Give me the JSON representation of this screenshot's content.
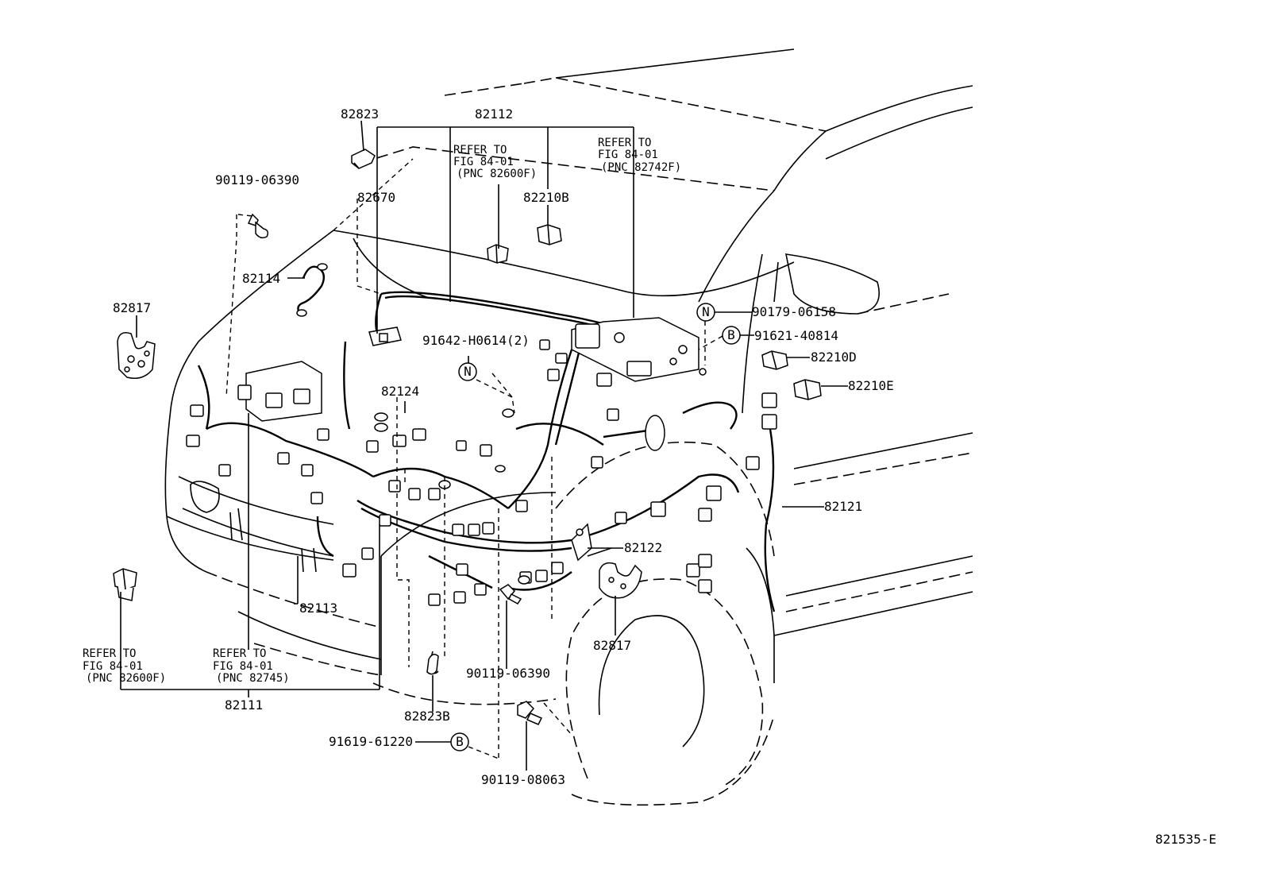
{
  "diagram_code": "821535-E",
  "callouts": {
    "c82823": "82823",
    "c82112": "82112",
    "c90119_06390_top": "90119-06390",
    "c82670": "82670",
    "c82210B": "82210B",
    "c82114": "82114",
    "c82817_left": "82817",
    "c90179_06158": "90179-06158",
    "c91621_40814": "91621-40814",
    "c91642_H0614": "91642-H0614(2)",
    "c82210D": "82210D",
    "c82210E": "82210E",
    "c82124": "82124",
    "c82121": "82121",
    "c82122": "82122",
    "c82113": "82113",
    "c82817_right": "82817",
    "c90119_06390_bottom": "90119-06390",
    "c82111": "82111",
    "c82823B": "82823B",
    "c91619_61220": "91619-61220",
    "c90119_08063": "90119-08063"
  },
  "symbols": {
    "n_top": "N",
    "b_top": "B",
    "n_mid": "N",
    "b_bottom": "B"
  },
  "refer_notes": {
    "top_center": [
      "REFER TO",
      "FIG 84-01",
      "(PNC 82600F)"
    ],
    "top_right": [
      "REFER TO",
      "FIG 84-01",
      "(PNC 82742F)"
    ],
    "bottom_left": [
      "REFER TO",
      "FIG 84-01",
      "(PNC 82600F)"
    ],
    "bottom_center": [
      "REFER TO",
      "FIG 84-01",
      "(PNC 82745)"
    ]
  }
}
